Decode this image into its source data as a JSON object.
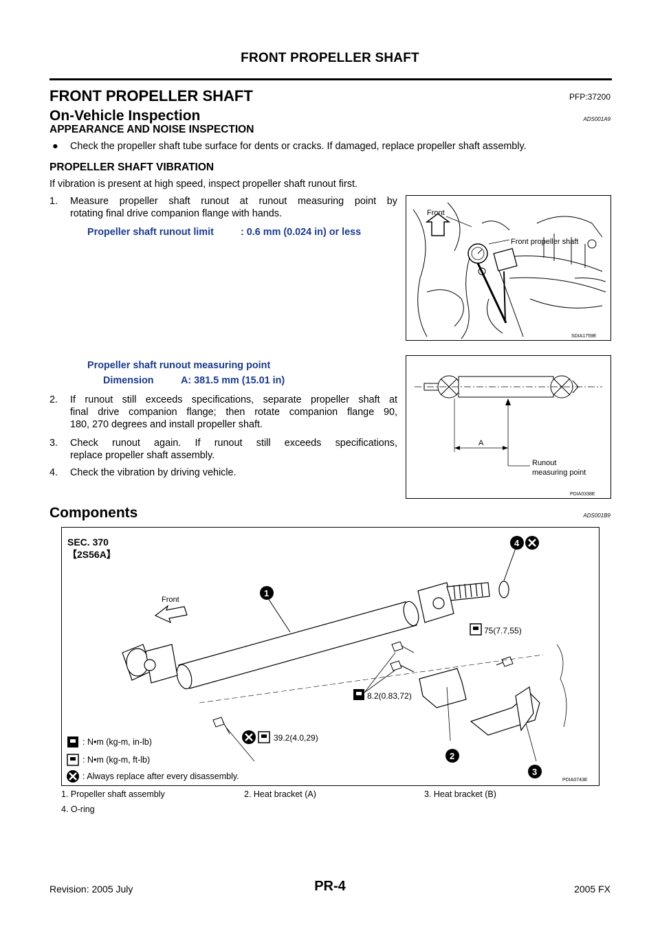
{
  "header": {
    "title": "FRONT PROPELLER SHAFT"
  },
  "section": {
    "title": "FRONT PROPELLER SHAFT",
    "pfp": "PFP:37200"
  },
  "inspection": {
    "title": "On-Vehicle Inspection",
    "code": "ADS001A9",
    "appearance_heading": "APPEARANCE AND NOISE INSPECTION",
    "appearance_bullet": "Check the propeller shaft tube surface for dents or cracks. If damaged, replace propeller shaft assembly.",
    "vibration_heading": "PROPELLER SHAFT VIBRATION",
    "vibration_intro": "If vibration is present at high speed, inspect propeller shaft runout first.",
    "steps": [
      {
        "num": "1.",
        "line1": "Measure propeller shaft runout at runout measuring point by",
        "line2": "rotating final drive companion flange with hands."
      },
      {
        "num": "2.",
        "line1": "If runout still exceeds specifications, separate propeller shaft at",
        "line2": "final drive companion flange; then rotate companion flange 90,",
        "line3": "180, 270 degrees and install propeller shaft."
      },
      {
        "num": "3.",
        "line1": "Check runout again. If runout still exceeds specifications,",
        "line2": "replace propeller shaft assembly."
      },
      {
        "num": "4.",
        "line1": "Check the vibration by driving vehicle."
      }
    ],
    "spec_limit_label": "Propeller shaft runout limit",
    "spec_limit_value": ": 0.6 mm (0.024 in) or less",
    "spec_point_label": "Propeller shaft runout measuring point",
    "spec_dim_label": "Dimension",
    "spec_dim_value": "A: 381.5 mm (15.01 in)"
  },
  "figures": {
    "fig1": {
      "code": "SDIA1759E",
      "front": "Front",
      "shaft": "Front propeller shaft"
    },
    "fig2": {
      "code": "PDIA0338E",
      "dim": "A",
      "runout1": "Runout",
      "runout2": "measuring point"
    },
    "fig3": {
      "code": "PDIA0743E",
      "sec": "SEC. 370",
      "subsec": "【2S56A】",
      "front": "Front",
      "torque1": "75(7.7,55)",
      "torque2": "8.2(0.83,72)",
      "torque3": "39.2(4.0,29)",
      "callouts": [
        "1",
        "2",
        "3",
        "4"
      ],
      "legend": [
        ": N•m (kg-m, in-lb)",
        ": N•m (kg-m, ft-lb)",
        ": Always replace after every disassembly."
      ]
    }
  },
  "components": {
    "title": "Components",
    "code": "ADS001B9",
    "parts": [
      "1.    Propeller shaft assembly",
      "2.    Heat bracket (A)",
      "3.    Heat bracket (B)",
      "4.    O-ring"
    ]
  },
  "footer": {
    "revision": "Revision: 2005 July",
    "page": "PR-4",
    "model": "2005 FX"
  }
}
